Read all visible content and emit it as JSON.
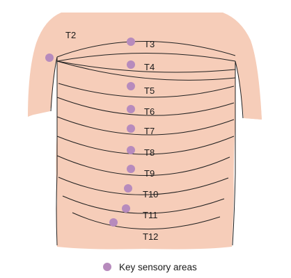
{
  "colors": {
    "skin": "#f6cdb9",
    "outline": "#1f1f1f",
    "dot": "#b78bbd"
  },
  "labels": {
    "t2": "T2",
    "t3": "T3",
    "t4": "T4",
    "t5": "T5",
    "t6": "T6",
    "t7": "T7",
    "t8": "T8",
    "t9": "T9",
    "t10": "T10",
    "t11": "T11",
    "t12": "T12"
  },
  "legend": {
    "text": "Key sensory areas",
    "marker_icon": "purple-dot-icon"
  }
}
